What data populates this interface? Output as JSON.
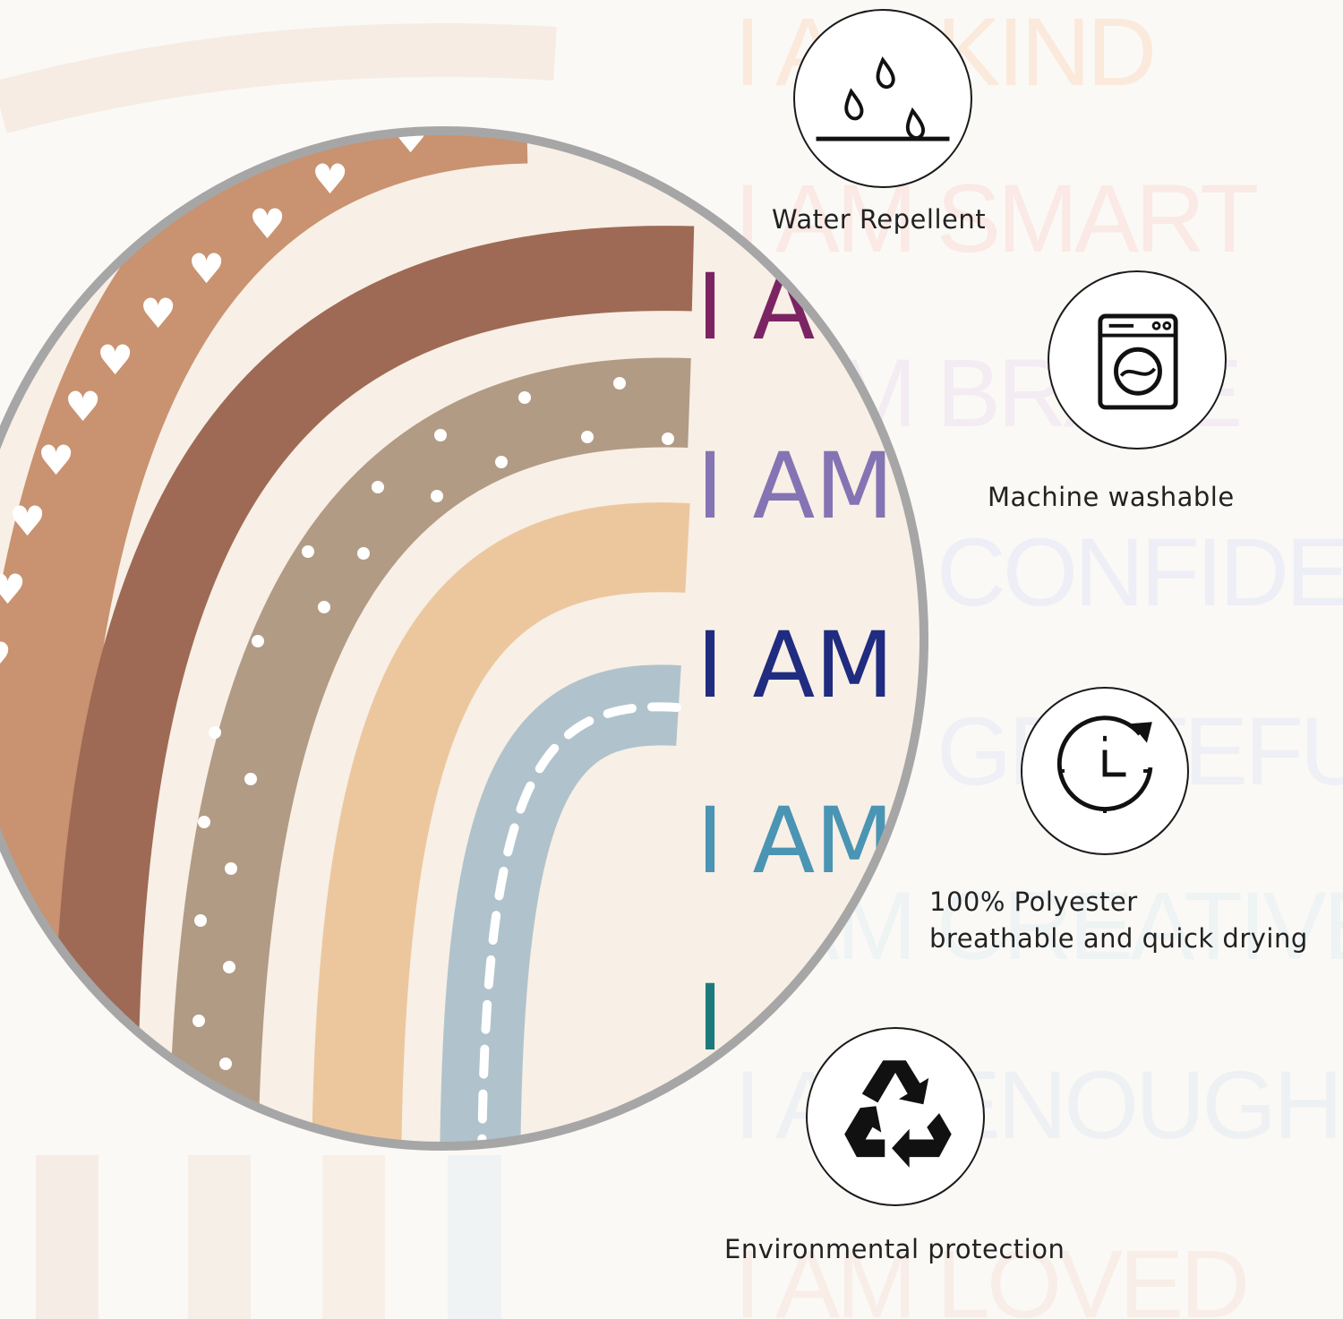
{
  "background_affirmations": [
    "I AM KIND",
    "I AM SMART",
    "I AM BRAVE",
    "I AM CONFIDENT",
    "I AM GRATEFUL",
    "I AM CREATIVE",
    "I AM ENOUGH",
    "I AM LOVED"
  ],
  "circle_affirmation_fragments": [
    "I A",
    "I AM",
    "I AM",
    "I AM",
    "I"
  ],
  "features": [
    {
      "icon": "water-drops-icon",
      "label": "Water Repellent"
    },
    {
      "icon": "washing-machine-icon",
      "label": "Machine washable"
    },
    {
      "icon": "clock-icon",
      "label_line1": "100% Polyester",
      "label_line2": "breathable and quick drying"
    },
    {
      "icon": "recycle-icon",
      "label": "Environmental protection"
    }
  ],
  "colors": {
    "arc_outer_tan": "#c99270",
    "arc_brown": "#9e6a55",
    "arc_taupe": "#b19b84",
    "arc_peach": "#ecc79e",
    "arc_blue": "#b0c3cc",
    "circle_fill": "#f8efe6",
    "circle_border": "#a6a6a6",
    "text_plum": "#7c2463",
    "text_lavender": "#8474b4",
    "text_navy": "#202c80",
    "text_teal_blue": "#4a94b4",
    "text_teal": "#1d7a7c"
  }
}
